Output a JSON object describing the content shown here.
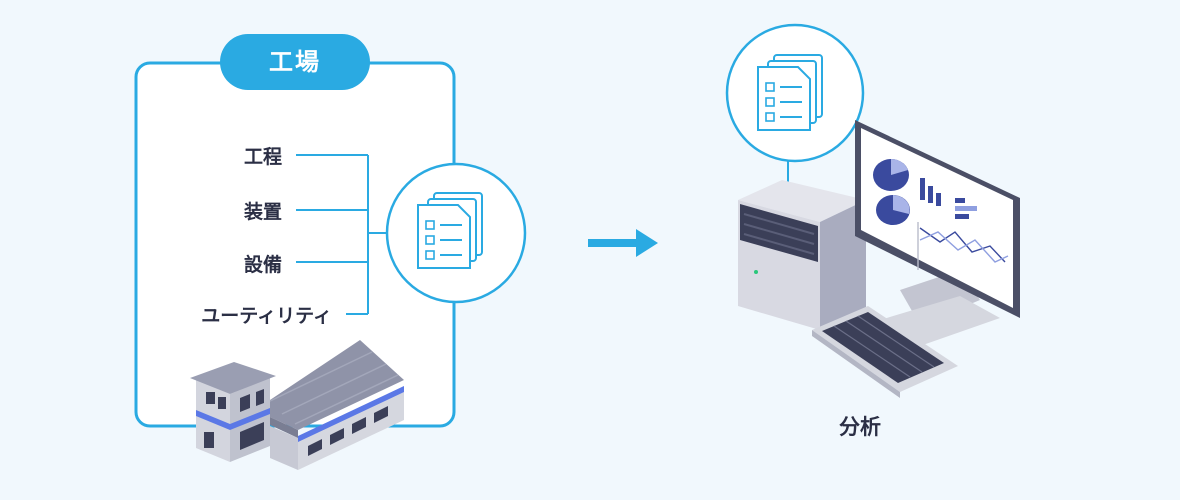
{
  "factory": {
    "title": "工場",
    "items": [
      "工程",
      "装置",
      "設備",
      "ユーティリティ"
    ]
  },
  "analysis": {
    "label": "分析"
  },
  "colors": {
    "accent": "#2aaae2",
    "background": "#f1f8fd",
    "text": "#2b2f45",
    "tower": "#cfd1da",
    "roof": "#8f93a8",
    "window": "#3b3f58"
  },
  "icons": [
    "document-stack-icon",
    "arrow-right-icon",
    "factory-building-icon",
    "desktop-computer-icon",
    "keyboard-icon",
    "pie-chart-icon",
    "bar-chart-icon",
    "line-chart-icon"
  ]
}
